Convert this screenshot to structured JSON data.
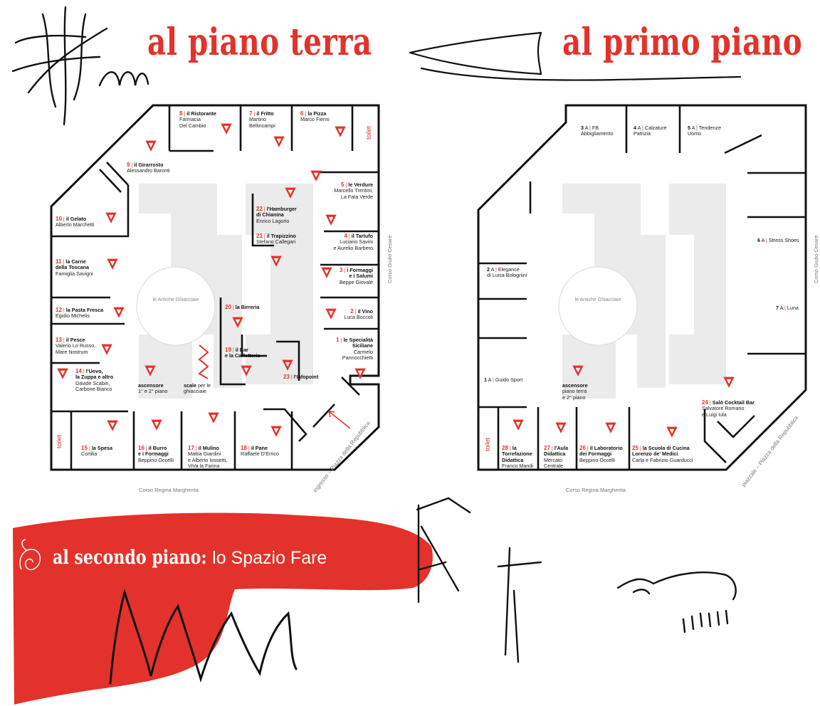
{
  "headings": {
    "ground": "al piano terra",
    "first": "al primo piano"
  },
  "banner": {
    "bold": "al secondo piano:",
    "light": "lo Spazio Fare"
  },
  "ground_floor": {
    "streets": {
      "right": "Corso Giulio Cesare",
      "bottom": "Corso Regina Margherita",
      "entrance": "ingresso – Piazza della Repubblica"
    },
    "toilet_top": "toilet",
    "toilet_bottom": "toilet",
    "center": "le Antiche Ghiacciaie",
    "stalls": [
      {
        "num": "8",
        "title": "il Ristorante",
        "lines": [
          "Farmacia",
          "Del Cambio"
        ]
      },
      {
        "num": "7",
        "title": "il Fritto",
        "lines": [
          "Martino",
          "Bellincampi"
        ]
      },
      {
        "num": "6",
        "title": "la Pizza",
        "lines": [
          "Marco Fierro"
        ]
      },
      {
        "num": "9",
        "title": "il Girarrosto",
        "lines": [
          "Alessandro Baronti"
        ]
      },
      {
        "num": "5",
        "title": "le Verdure",
        "lines": [
          "Marcello Trentini,",
          "La Fata Verde"
        ]
      },
      {
        "num": "10",
        "title": "il Gelato",
        "lines": [
          "Alberto Marchetti"
        ]
      },
      {
        "num": "22",
        "title": "l'Hamburger",
        "lines": [
          "di Chianina",
          "Enrico Lagorio"
        ]
      },
      {
        "num": "21",
        "title": "il Trapizzino",
        "lines": [
          "Stefano Callegari"
        ]
      },
      {
        "num": "4",
        "title": "il Tartufo",
        "lines": [
          "Luciano Savini",
          "e Aurelio Barbero"
        ]
      },
      {
        "num": "11",
        "title": "la Carne",
        "lines": [
          "della Toscana",
          "Famiglia Savigni"
        ]
      },
      {
        "num": "3",
        "title": "i Formaggi",
        "lines": [
          "e i Salumi",
          "Beppe Giovale"
        ]
      },
      {
        "num": "12",
        "title": "la Pasta Fresca",
        "lines": [
          "Egidio Michelis"
        ]
      },
      {
        "num": "20",
        "title": "la Birreria",
        "lines": []
      },
      {
        "num": "2",
        "title": "il Vino",
        "lines": [
          "Luca Boccoli"
        ]
      },
      {
        "num": "13",
        "title": "il Pesce",
        "lines": [
          "Valerio Lo Russo,",
          "Mare Nostrum"
        ]
      },
      {
        "num": "1",
        "title": "le Specialità",
        "lines": [
          "Siciliane",
          "Carmelo",
          "Pannocchietti"
        ]
      },
      {
        "num": "19",
        "title": "il Bar",
        "lines": [
          "e la Caffetteria"
        ]
      },
      {
        "num": "14",
        "title": "l'Uovo,",
        "lines": [
          "la Zuppa e altro",
          "Davide Scabin,",
          "Carbone Bianco"
        ]
      },
      {
        "num": "23",
        "title": "l'Infopoint",
        "lines": []
      },
      {
        "num": "15",
        "title": "la Spesa",
        "lines": [
          "Cortilia"
        ]
      },
      {
        "num": "16",
        "title": "il Burro",
        "lines": [
          "e i Formaggi",
          "Beppino Occelli"
        ]
      },
      {
        "num": "17",
        "title": "il Mulino",
        "lines": [
          "Mattia Giardini",
          "e Alberto Iossetti,",
          "ViVa la Farina"
        ]
      },
      {
        "num": "18",
        "title": "il Pane",
        "lines": [
          "Raffaele D'Errico"
        ]
      }
    ],
    "elevator": {
      "title": "ascensore",
      "sub": "1° e 2° piano"
    },
    "stairs": {
      "title": "scale",
      "sub1": "per le",
      "sub2": "ghiacciaie"
    }
  },
  "first_floor": {
    "streets": {
      "right": "Corso Giulio Cesare",
      "bottom": "Corso Regina Margherita",
      "entrance": "piazzale – Piazza della Repubblica"
    },
    "toilet": "toilet",
    "center": "le Antiche Ghiacciaie",
    "shops": [
      {
        "num": "3",
        "a": "A",
        "name": "FB",
        "line2": "Abbigliamento"
      },
      {
        "num": "4",
        "a": "A",
        "name": "Calzature",
        "line2": "Patrizia"
      },
      {
        "num": "5",
        "a": "A",
        "name": "Tendenze",
        "line2": "Uomo"
      },
      {
        "num": "6",
        "a": "A",
        "name": "Stress Shoes",
        "line2": ""
      },
      {
        "num": "2",
        "a": "A",
        "name": "Elegance",
        "line2": "di Luisa Bolognini"
      },
      {
        "num": "7",
        "a": "A",
        "name": "Luna",
        "line2": ""
      },
      {
        "num": "1",
        "a": "A",
        "name": "Guido Sport",
        "line2": ""
      }
    ],
    "elevator": {
      "title": "ascensore",
      "sub1": "piano terra",
      "sub2": "e 2° piano"
    },
    "stalls": [
      {
        "num": "24",
        "title": "Salò Cocktail Bar",
        "lines": [
          "Salvatore Romano",
          "e Luigi Iula"
        ]
      },
      {
        "num": "28",
        "title": "la",
        "lines": [
          "Torrefazione",
          "Didattica",
          "Franco Mandi"
        ]
      },
      {
        "num": "27",
        "title": "l'Aula",
        "lines": [
          "Didattica",
          "Mercato",
          "Centrale"
        ]
      },
      {
        "num": "26",
        "title": "il Laboratorio",
        "lines": [
          "dei Formaggi",
          "Beppino Occelli"
        ]
      },
      {
        "num": "25",
        "title": "la Scuola di Cucina",
        "lines": [
          "Lorenzo de' Medici",
          "Carla e Fabrizio Guarducci"
        ]
      }
    ]
  },
  "icons": [
    "pennant-icon",
    "spiral-logo-icon"
  ],
  "colors": {
    "accent": "#e3322b",
    "ink": "#1a1a1a",
    "plaza": "#ebebeb"
  }
}
